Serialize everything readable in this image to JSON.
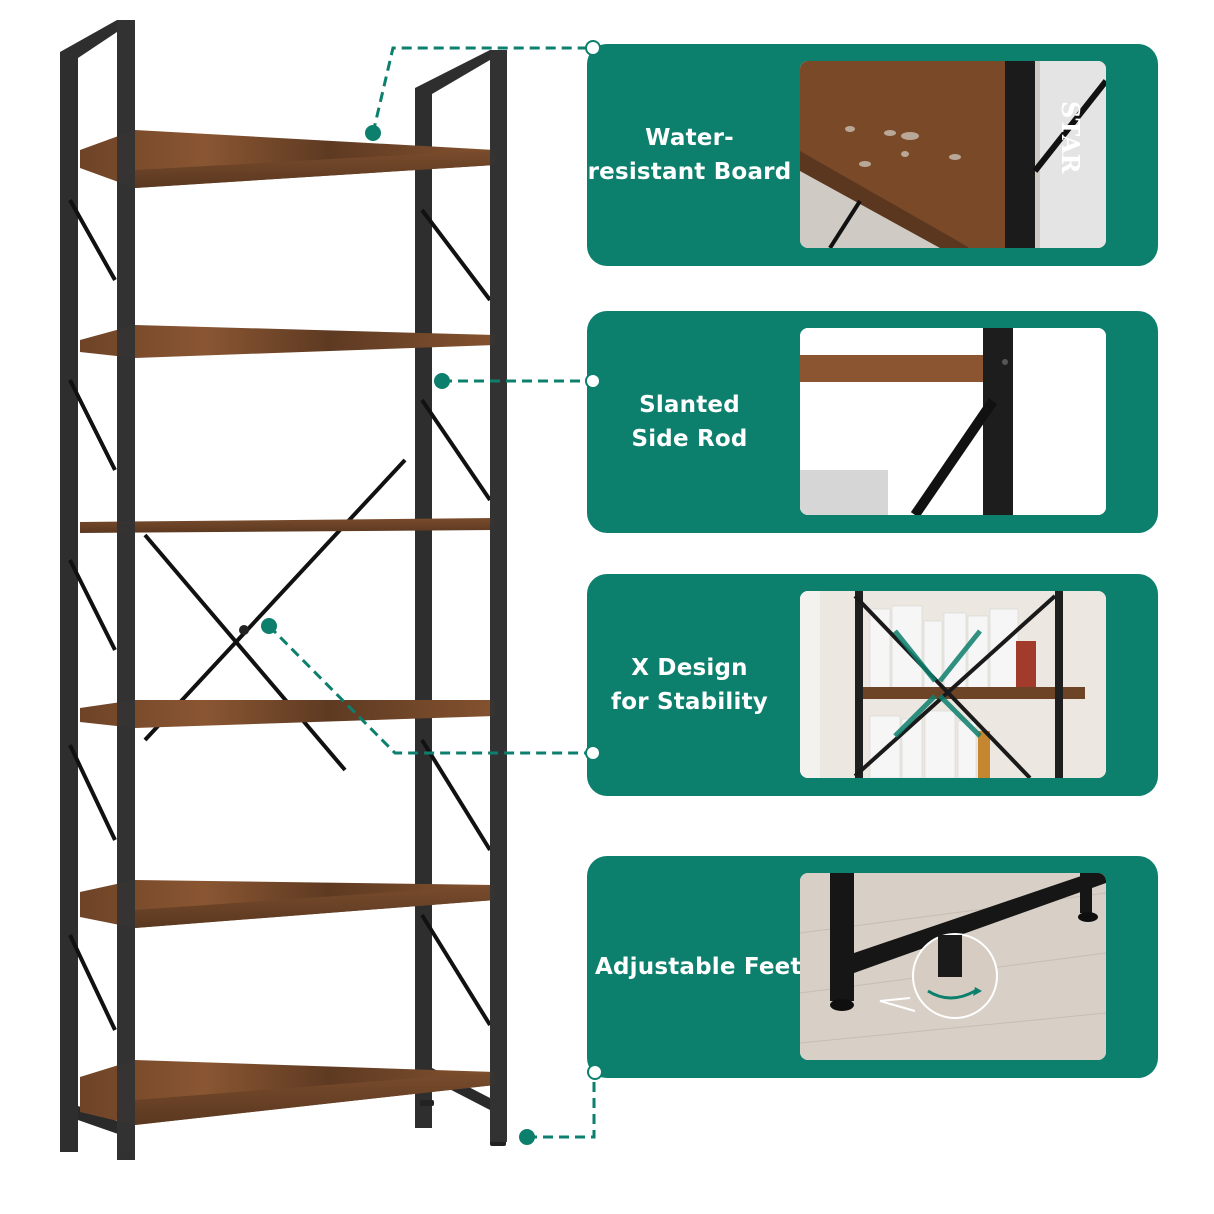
{
  "colors": {
    "accent": "#0d7f6d",
    "frame": "#2b2b2b",
    "wood": "#7a4a2a",
    "background": "#ffffff"
  },
  "product": {
    "name": "6-tier bookshelf",
    "tiers": 6
  },
  "features": [
    {
      "id": "water-resistant",
      "label_line1": "Water-",
      "label_line2": "resistant Board"
    },
    {
      "id": "slanted-rod",
      "label_line1": "Slanted",
      "label_line2": "Side Rod"
    },
    {
      "id": "x-design",
      "label_prefix": "X",
      "label_line1": "Design",
      "label_line2": "for Stability"
    },
    {
      "id": "adjustable-feet",
      "label_line1": "Adjustable Feet",
      "label_line2": ""
    }
  ],
  "photo_texts": {
    "book_spine": "STAR"
  }
}
